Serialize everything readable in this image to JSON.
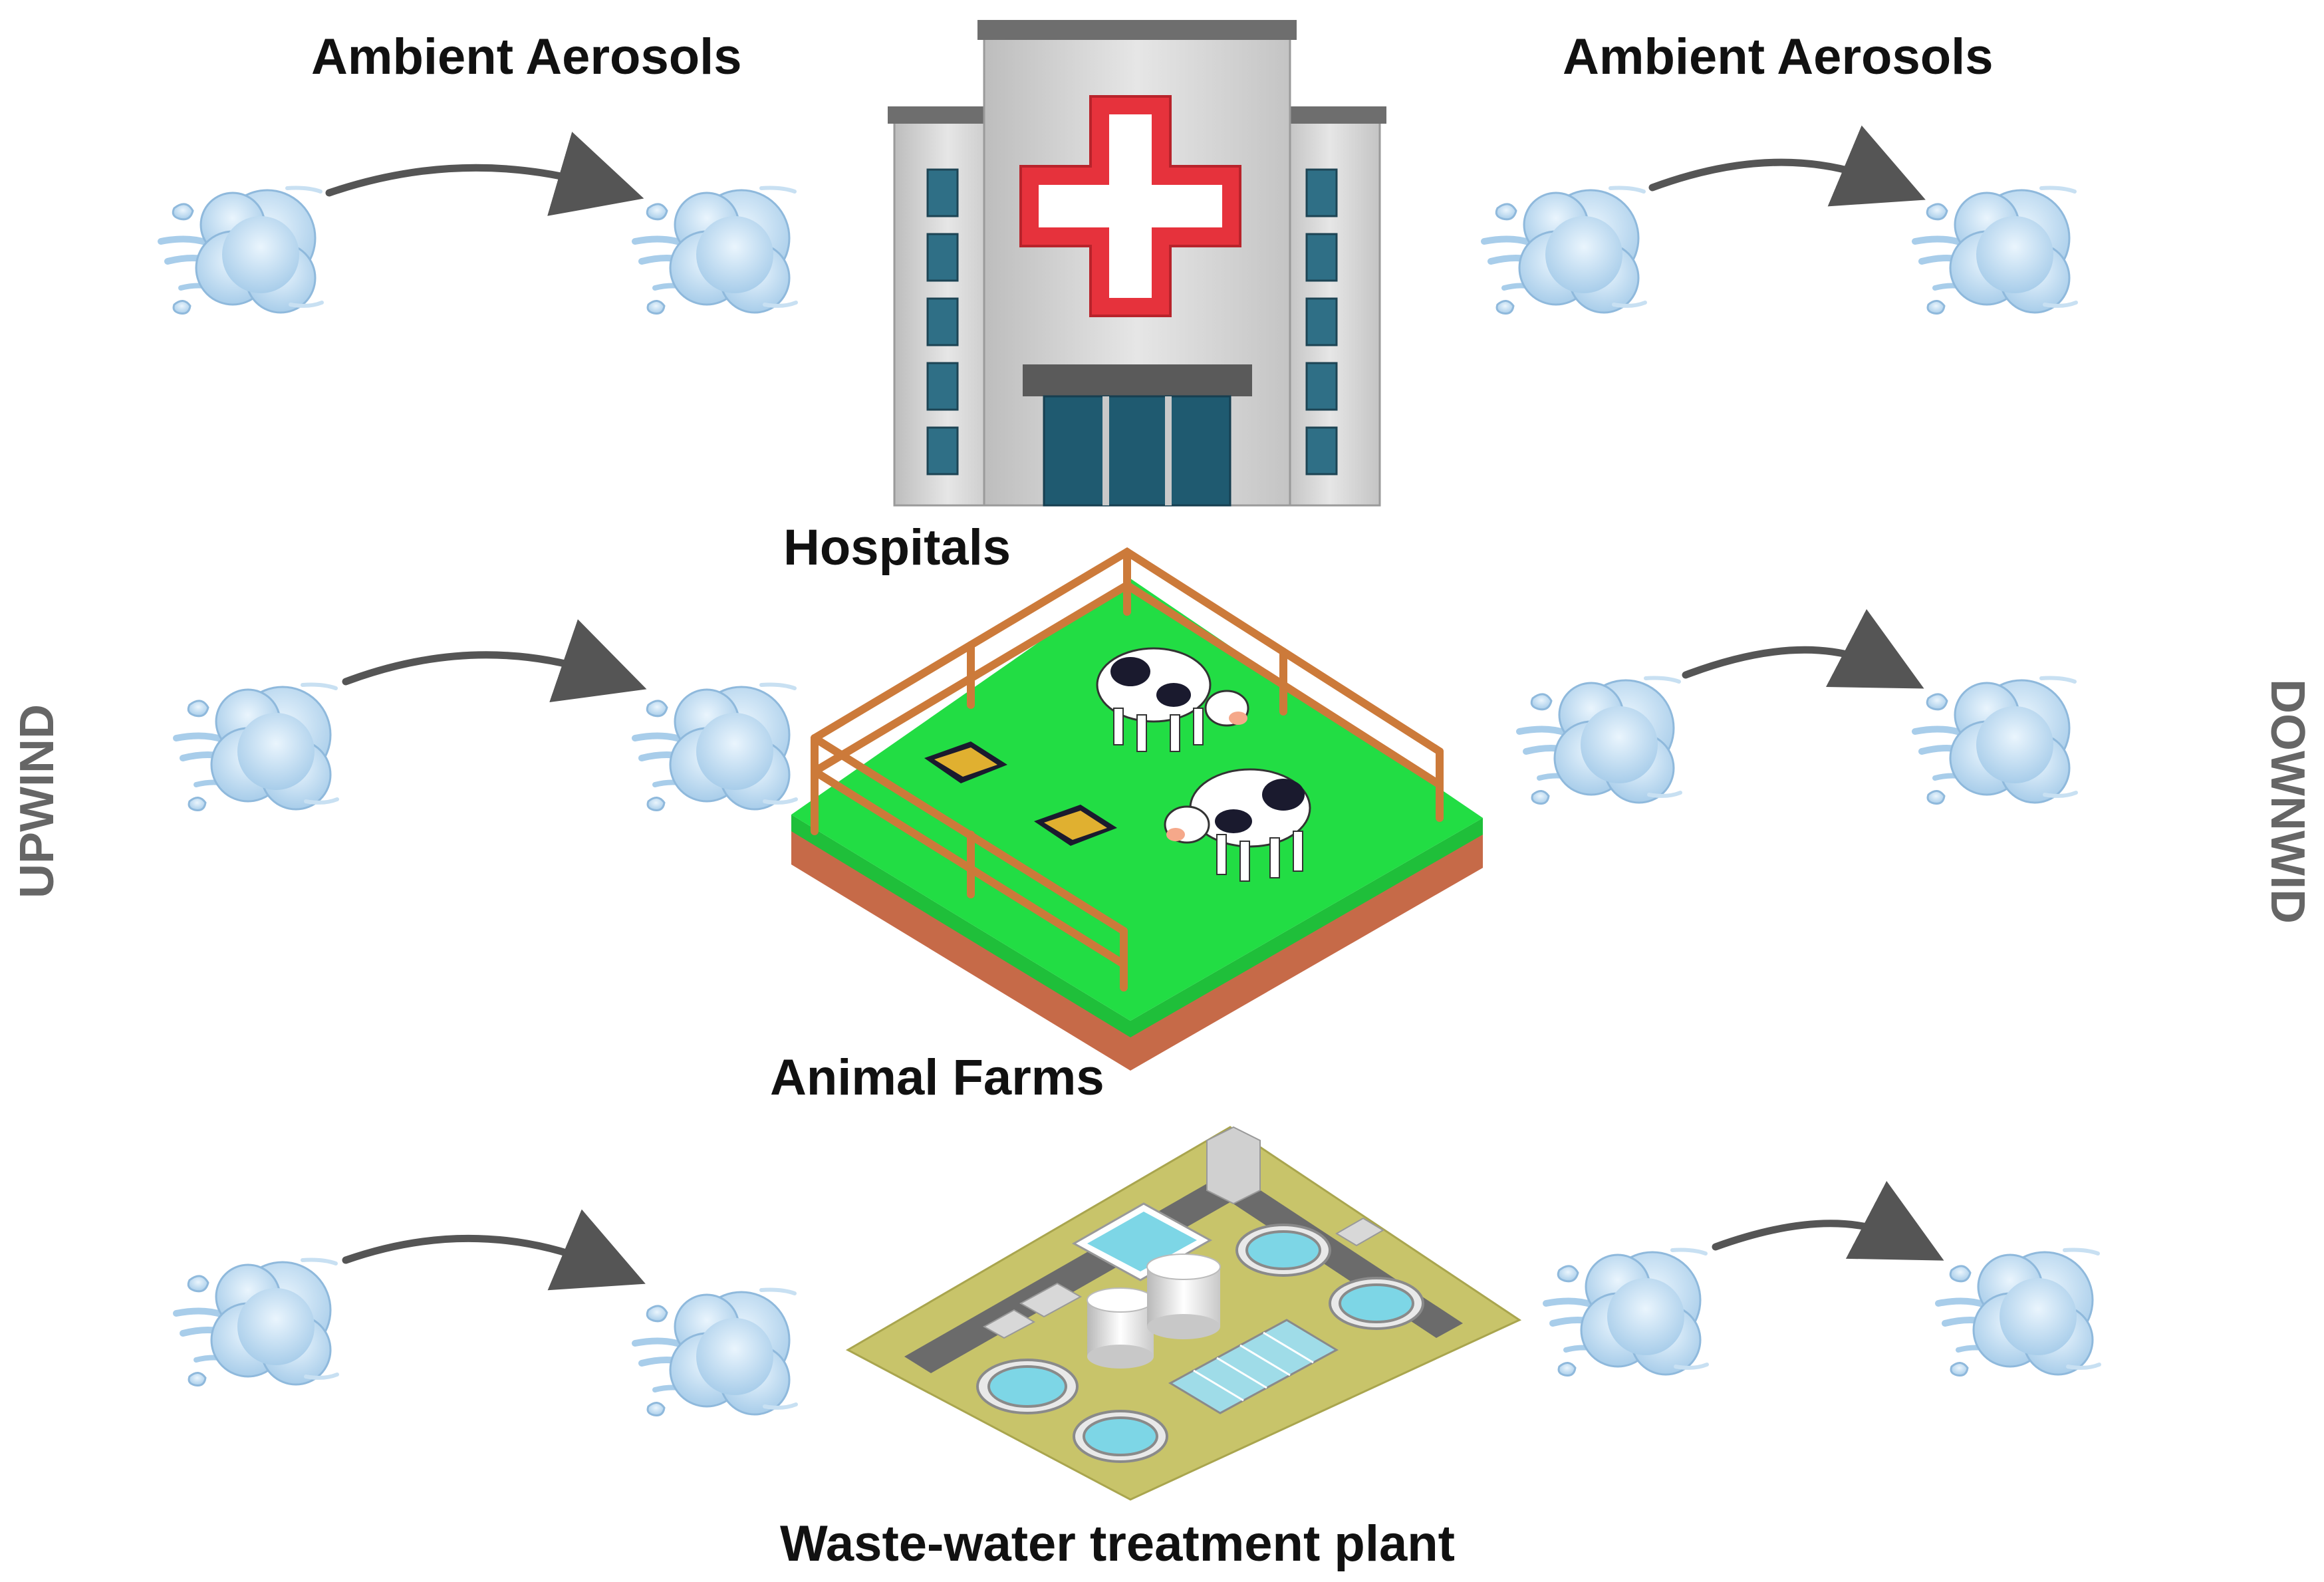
{
  "labels": {
    "ambient_left": "Ambient Aerosols",
    "ambient_right": "Ambient Aerosols",
    "hospitals": "Hospitals",
    "animal_farms": "Animal Farms",
    "plant": "Waste-water treatment plant",
    "upwind": "UPWIND",
    "downwind": "DOWNWID"
  },
  "colors": {
    "cloud_fill": "#cfe6f7",
    "cloud_stroke": "#8fb9dc",
    "arrow": "#555555",
    "hospital_wall": "#d9d9d9",
    "cross_red": "#e6323c",
    "grass": "#22dd44",
    "fence": "#cc7a3a",
    "soil": "#c66a48",
    "water": "#7dd6e6",
    "ground_plant": "#c8c46a"
  },
  "icons": {
    "aerosol": "wind-cloud-icon",
    "hospital": "hospital-building-icon",
    "farm": "cow-farm-icon",
    "plant": "water-treatment-plant-icon"
  }
}
